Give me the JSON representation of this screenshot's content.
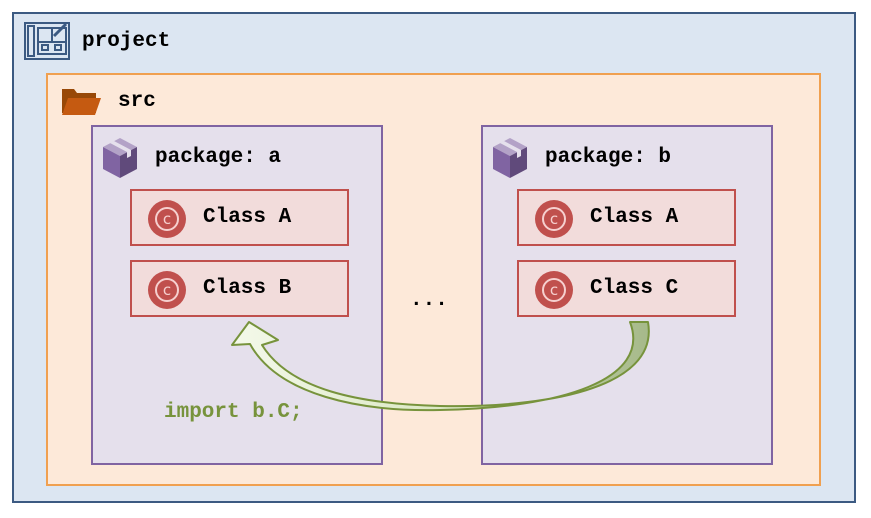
{
  "project": {
    "label": "project",
    "icon": "blueprint-icon"
  },
  "src": {
    "label": "src",
    "icon": "folder-icon"
  },
  "packages": [
    {
      "label": "package: a",
      "icon": "package-box-icon",
      "classes": [
        {
          "label": "Class A",
          "icon": "class-c-icon"
        },
        {
          "label": "Class B",
          "icon": "class-c-icon"
        }
      ]
    },
    {
      "label": "package: b",
      "icon": "package-box-icon",
      "classes": [
        {
          "label": "Class A",
          "icon": "class-c-icon"
        },
        {
          "label": "Class C",
          "icon": "class-c-icon"
        }
      ]
    }
  ],
  "ellipsis": "...",
  "import_statement": "import b.C;",
  "colors": {
    "project_fill": "#dce6f2",
    "project_border": "#3c5a82",
    "src_fill": "#fde9d9",
    "src_border": "#f0a050",
    "package_fill": "#e5e0ec",
    "package_border": "#8064a2",
    "class_fill": "#f2dcdb",
    "class_border": "#c0504d",
    "import_text": "#77933c",
    "arrow_fill": "#c3d69b",
    "arrow_stroke": "#77933c"
  }
}
